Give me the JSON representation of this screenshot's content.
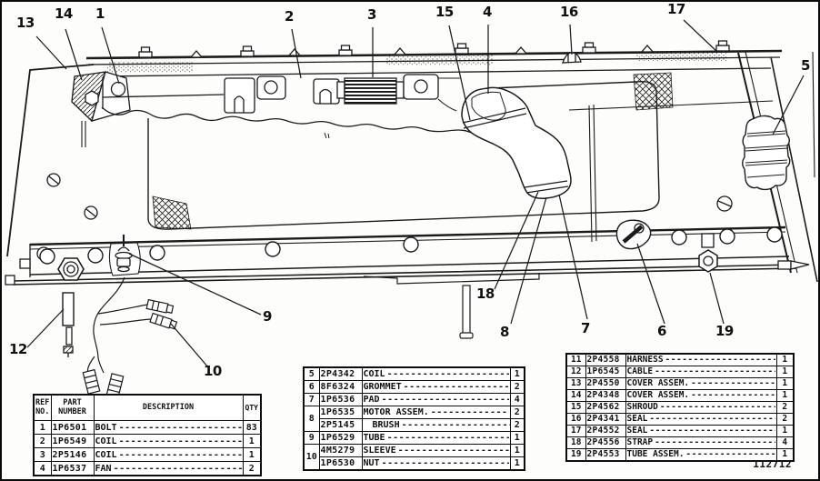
{
  "figure": {
    "drawing_number": "112712",
    "callouts": [
      {
        "label": "13"
      },
      {
        "label": "14"
      },
      {
        "label": "1"
      },
      {
        "label": "2"
      },
      {
        "label": "3"
      },
      {
        "label": "15"
      },
      {
        "label": "4"
      },
      {
        "label": "16"
      },
      {
        "label": "17"
      },
      {
        "label": "5"
      },
      {
        "label": "18"
      },
      {
        "label": "8"
      },
      {
        "label": "7"
      },
      {
        "label": "6"
      },
      {
        "label": "19"
      },
      {
        "label": "9"
      },
      {
        "label": "10"
      },
      {
        "label": "12"
      }
    ]
  },
  "tables": {
    "left": {
      "headers": {
        "ref1": "REF.",
        "ref2": "NO.",
        "part1": "PART",
        "part2": "NUMBER",
        "desc": "DESCRIPTION",
        "qty": "QTY"
      },
      "rows": [
        {
          "ref": "1",
          "part": "1P6501",
          "desc": "BOLT",
          "qty": "83"
        },
        {
          "ref": "2",
          "part": "1P6549",
          "desc": "COIL",
          "qty": "1"
        },
        {
          "ref": "3",
          "part": "2P5146",
          "desc": "COIL",
          "qty": "1"
        },
        {
          "ref": "4",
          "part": "1P6537",
          "desc": "FAN",
          "qty": "2"
        }
      ]
    },
    "middle": {
      "rows": [
        {
          "ref": "5",
          "part": "2P4342",
          "desc": "COIL",
          "qty": "1"
        },
        {
          "ref": "6",
          "part": "8F6324",
          "desc": "GROMMET",
          "qty": "2"
        },
        {
          "ref": "7",
          "part": "1P6536",
          "desc": "PAD",
          "qty": "4"
        },
        {
          "ref": "8",
          "part": "1P6535",
          "desc": "MOTOR ASSEM.",
          "qty": "2"
        },
        {
          "part": "2P5145",
          "desc": "BRUSH",
          "qty": "2"
        },
        {
          "ref": "9",
          "part": "1P6529",
          "desc": "TUBE",
          "qty": "1"
        },
        {
          "ref": "10",
          "part": "4M5279",
          "desc": "SLEEVE",
          "qty": "1"
        },
        {
          "part": "1P6530",
          "desc": "NUT",
          "qty": "1"
        }
      ]
    },
    "right": {
      "rows": [
        {
          "ref": "11",
          "part": "2P4558",
          "desc": "HARNESS",
          "qty": "1"
        },
        {
          "ref": "12",
          "part": "1P6545",
          "desc": "CABLE",
          "qty": "1"
        },
        {
          "ref": "13",
          "part": "2P4550",
          "desc": "COVER ASSEM.",
          "qty": "1"
        },
        {
          "ref": "14",
          "part": "2P4348",
          "desc": "COVER ASSEM.",
          "qty": "1"
        },
        {
          "ref": "15",
          "part": "2P4562",
          "desc": "SHROUD",
          "qty": "2"
        },
        {
          "ref": "16",
          "part": "2P4341",
          "desc": "SEAL",
          "qty": "2"
        },
        {
          "ref": "17",
          "part": "2P4552",
          "desc": "SEAL",
          "qty": "1"
        },
        {
          "ref": "18",
          "part": "2P4556",
          "desc": "STRAP",
          "qty": "4"
        },
        {
          "ref": "19",
          "part": "2P4553",
          "desc": "TUBE ASSEM.",
          "qty": "1"
        }
      ]
    }
  }
}
